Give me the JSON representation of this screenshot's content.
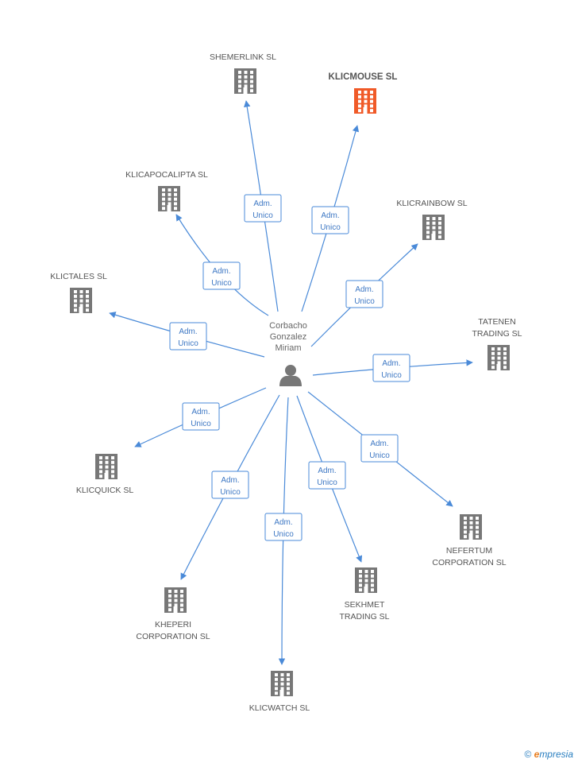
{
  "center": {
    "name_lines": [
      "Corbacho",
      "Gonzalez",
      "Miriam"
    ],
    "icon": "person-icon"
  },
  "relation_label_lines": [
    "Adm.",
    "Unico"
  ],
  "colors": {
    "edge": "#4a8ad8",
    "building": "#777777",
    "highlight": "#f05a28",
    "label": "#555555"
  },
  "companies": [
    {
      "id": "shemerlink",
      "lines": [
        "SHEMERLINK SL"
      ],
      "highlight": false
    },
    {
      "id": "klicmouse",
      "lines": [
        "KLICMOUSE SL"
      ],
      "highlight": true
    },
    {
      "id": "klicapocalipta",
      "lines": [
        "KLICAPOCALIPTA SL"
      ],
      "highlight": false
    },
    {
      "id": "klicrainbow",
      "lines": [
        "KLICRAINBOW SL"
      ],
      "highlight": false
    },
    {
      "id": "klictales",
      "lines": [
        "KLICTALES SL"
      ],
      "highlight": false
    },
    {
      "id": "tatenen",
      "lines": [
        "TATENEN",
        "TRADING SL"
      ],
      "highlight": false
    },
    {
      "id": "klicquick",
      "lines": [
        "KLICQUICK SL"
      ],
      "highlight": false
    },
    {
      "id": "nefertum",
      "lines": [
        "NEFERTUM",
        "CORPORATION SL"
      ],
      "highlight": false
    },
    {
      "id": "sekhmet",
      "lines": [
        "SEKHMET",
        "TRADING SL"
      ],
      "highlight": false
    },
    {
      "id": "kheperi",
      "lines": [
        "KHEPERI",
        "CORPORATION SL"
      ],
      "highlight": false
    },
    {
      "id": "klicwatch",
      "lines": [
        "KLICWATCH SL"
      ],
      "highlight": false
    }
  ],
  "footer": {
    "copyright": "©",
    "brand_initial": "e",
    "brand_rest": "mpresia"
  }
}
